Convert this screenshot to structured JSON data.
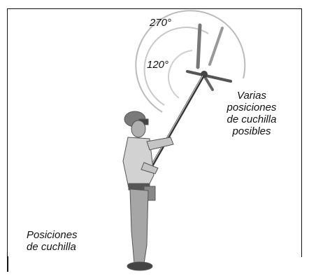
{
  "angles": {
    "large": "270°",
    "small": "120°"
  },
  "callout_label": {
    "line1": "Varias",
    "line2": "posiciones",
    "line3": "de cuchilla",
    "line4": "posibles"
  },
  "caption": {
    "line1": "Posiciones",
    "line2": "de cuchilla"
  }
}
